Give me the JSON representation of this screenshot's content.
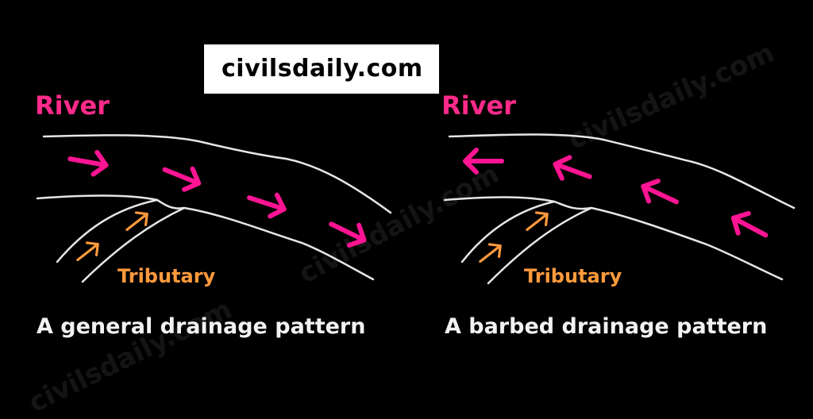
{
  "brand": {
    "text": "civilsdaily.com"
  },
  "watermark": "civilsdaily.com",
  "colors": {
    "river_arrow": "#ff1493",
    "tributary_arrow": "#ff9a3c",
    "outline": "#e6e6e6",
    "background": "#000000"
  },
  "panels": [
    {
      "river_label": "River",
      "tributary_label": "Tributary",
      "caption": "A general drainage pattern",
      "river_arrow_direction": "downstream"
    },
    {
      "river_label": "River",
      "tributary_label": "Tributary",
      "caption": "A barbed drainage pattern",
      "river_arrow_direction": "upstream"
    }
  ]
}
